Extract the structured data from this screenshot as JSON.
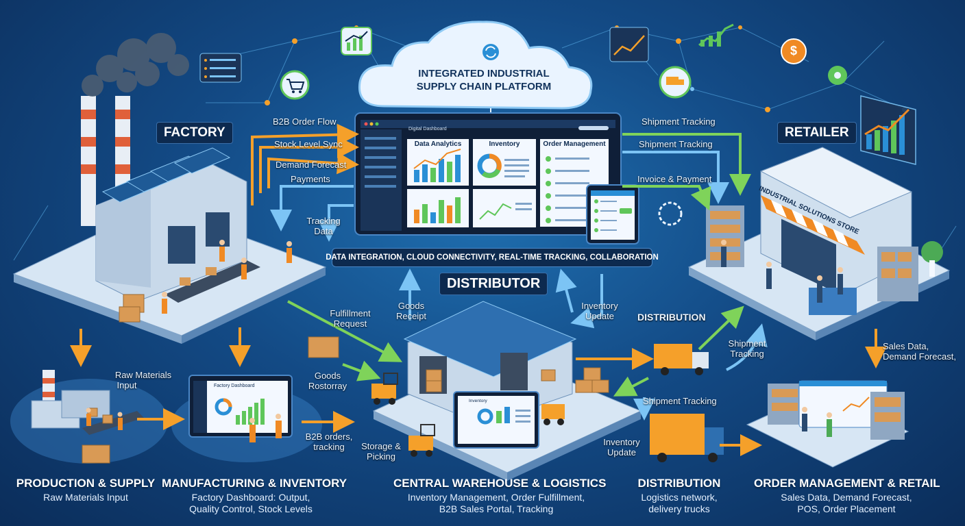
{
  "cloud": {
    "title_line1": "INTEGRATED INDUSTRIAL",
    "title_line2": "SUPPLY CHAIN PLATFORM"
  },
  "dashboard": {
    "window_title": "Digital Dashboard",
    "tab_analytics": "Data Analytics",
    "tab_inventory": "Inventory",
    "tab_orders": "Order Management"
  },
  "banner": "DATA INTEGRATION, CLOUD CONNECTIVITY, REAL-TIME TRACKING, COLLABORATION",
  "nodes": {
    "factory": "FACTORY",
    "retailer": "RETAILER",
    "distributor": "DISTRIBUTOR"
  },
  "store_sign": "INDUSTRIAL SOLUTIONS STORE",
  "factory_screen": "Factory Dashboard",
  "warehouse_screen": "Inventory",
  "flows": {
    "b2b_order_flow": "B2B Order Flow",
    "stock_level_sync": "Stock Level Sync",
    "demand_forecast": "Demand Forecast",
    "payments": "Payments",
    "tracking_data_1": "Tracking",
    "tracking_data_2": "Data",
    "shipment_tracking_top1": "Shipment Tracking",
    "shipment_tracking_top2": "Shipment Tracking",
    "invoice_payment": "Invoice & Payment",
    "fulfillment_1": "Fulfillment",
    "fulfillment_2": "Request",
    "goods_receipt_1": "Goods",
    "goods_receipt_2": "Receipt",
    "inventory_update_top_1": "Inventory",
    "inventory_update_top_2": "Update",
    "distribution": "DISTRIBUTION",
    "shipment_tracking_r1": "Shipment",
    "shipment_tracking_r2": "Tracking",
    "sales_data_1": "Sales Data,",
    "sales_data_2": "Demand Forecast,",
    "raw_materials_1": "Raw Materials",
    "raw_materials_2": "Input",
    "goods_restock_1": "Goods",
    "goods_restock_2": "Rostorray",
    "b2b_orders_1": "B2B orders,",
    "b2b_orders_2": "tracking",
    "storage_picking_1": "Storage &",
    "storage_picking_2": "Picking",
    "shipment_tracking_mid": "Shipment Tracking",
    "inventory_update_bottom_1": "Inventory",
    "inventory_update_bottom_2": "Update"
  },
  "sections": [
    {
      "title": "PRODUCTION & SUPPLY",
      "desc1": "Raw Materials Input",
      "desc2": ""
    },
    {
      "title": "MANUFACTURING & INVENTORY",
      "desc1": "Factory Dashboard: Output,",
      "desc2": "Quality Control, Stock Levels"
    },
    {
      "title": "CENTRAL WAREHOUSE & LOGISTICS",
      "desc1": "Inventory Management, Order Fulfillment,",
      "desc2": "B2B Sales Portal, Tracking"
    },
    {
      "title": "DISTRIBUTION",
      "desc1": "Logistics network,",
      "desc2": "delivery trucks"
    },
    {
      "title": "ORDER MANAGEMENT & RETAIL",
      "desc1": "Sales Data, Demand Forecast,",
      "desc2": "POS, Order Placement"
    }
  ],
  "icons": {
    "currency": "$",
    "cart": "cart-icon",
    "truck": "truck-icon",
    "gear": "gear-icon",
    "chart": "chart-icon",
    "sync": "sync-icon"
  },
  "colors": {
    "flow_orange": "#f5a02a",
    "flow_green": "#7fd35a",
    "flow_blue": "#7cc4f5",
    "node_dark": "#0d2a4f",
    "accent_orange": "#f08a24"
  }
}
